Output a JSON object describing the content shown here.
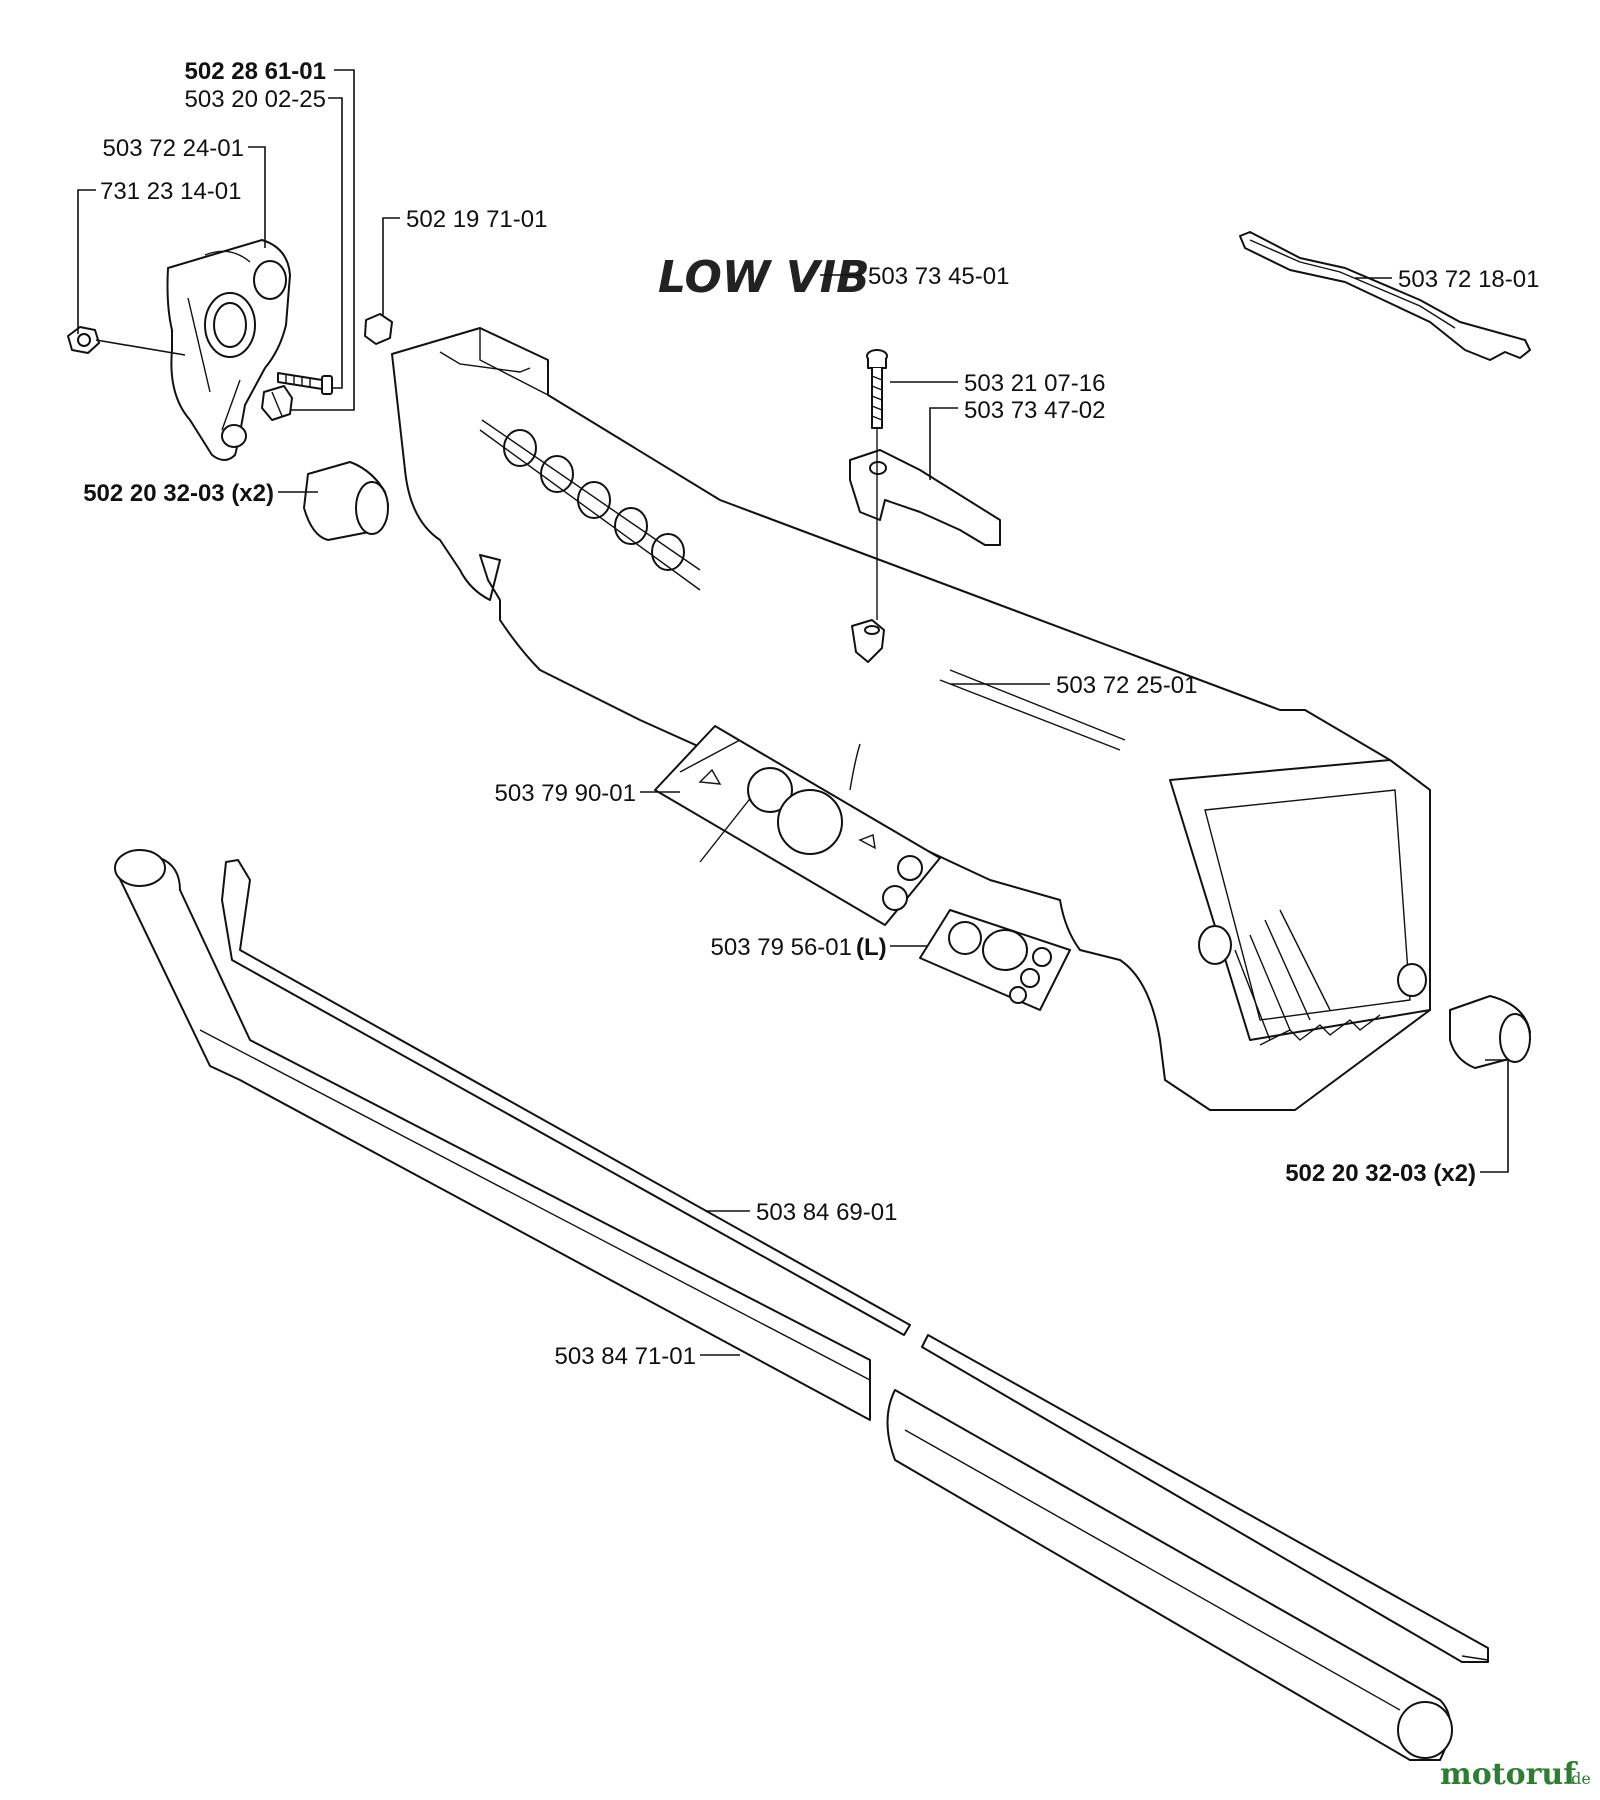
{
  "parts": [
    {
      "id": "p1",
      "number": "502 28 61-01",
      "bold": true
    },
    {
      "id": "p2",
      "number": "503 20 02-25",
      "bold": false
    },
    {
      "id": "p3",
      "number": "503 72 24-01",
      "bold": false
    },
    {
      "id": "p4",
      "number": "731 23 14-01",
      "bold": false
    },
    {
      "id": "p5",
      "number": "502 19 71-01",
      "bold": false
    },
    {
      "id": "p6",
      "number": "503 73 45-01",
      "bold": false
    },
    {
      "id": "p7",
      "number": "503 72 18-01",
      "bold": false
    },
    {
      "id": "p8",
      "number": "503 21 07-16",
      "bold": false
    },
    {
      "id": "p9",
      "number": "503 73 47-02",
      "bold": false
    },
    {
      "id": "p10",
      "number": "502 20 32-03 (x2)",
      "bold": true
    },
    {
      "id": "p11",
      "number": "503 72 25-01",
      "bold": false
    },
    {
      "id": "p12",
      "number": "503 79 90-01",
      "bold": false
    },
    {
      "id": "p13",
      "number": "503 79 56-01",
      "suffix": "(L)",
      "bold": false
    },
    {
      "id": "p14",
      "number": "502 20 32-03 (x2)",
      "bold": true
    },
    {
      "id": "p15",
      "number": "503 84 69-01",
      "bold": false
    },
    {
      "id": "p16",
      "number": "503 84 71-01",
      "bold": false
    }
  ],
  "logo": {
    "text": "LOW VIB"
  },
  "watermark": {
    "main": "motoruf",
    "suffix": ".de",
    "color": "#2e7d32"
  }
}
